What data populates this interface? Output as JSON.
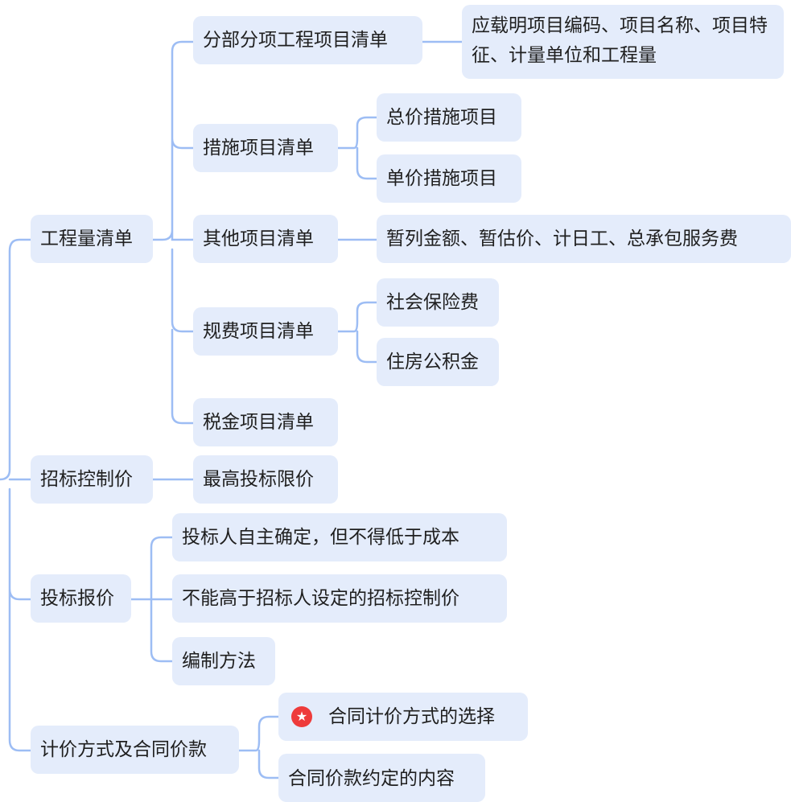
{
  "mindmap": {
    "branches": [
      {
        "label": "工程量清单",
        "children": [
          {
            "label": "分部分项工程项目清单",
            "children": [
              "应载明项目编码、项目名称、项目特征、计量单位和工程量"
            ]
          },
          {
            "label": "措施项目清单",
            "children": [
              "总价措施项目",
              "单价措施项目"
            ]
          },
          {
            "label": "其他项目清单",
            "children": [
              "暂列金额、暂估价、计日工、总承包服务费"
            ]
          },
          {
            "label": "规费项目清单",
            "children": [
              "社会保险费",
              "住房公积金"
            ]
          },
          {
            "label": "税金项目清单",
            "children": []
          }
        ]
      },
      {
        "label": "招标控制价",
        "children": [
          {
            "label": "最高投标限价",
            "children": []
          }
        ]
      },
      {
        "label": "投标报价",
        "children": [
          {
            "label": "投标人自主确定，但不得低于成本",
            "children": []
          },
          {
            "label": "不能高于招标人设定的招标控制价",
            "children": []
          },
          {
            "label": "编制方法",
            "children": []
          }
        ]
      },
      {
        "label": "计价方式及合同价款",
        "children": [
          {
            "label": "合同计价方式的选择",
            "icon": "star-icon",
            "children": []
          },
          {
            "label": "合同价款约定的内容",
            "children": []
          }
        ]
      }
    ]
  },
  "colors": {
    "node_fill": "#e4ecfb",
    "connector": "#9dbdf4",
    "star_marker": "#ee3b3b"
  }
}
